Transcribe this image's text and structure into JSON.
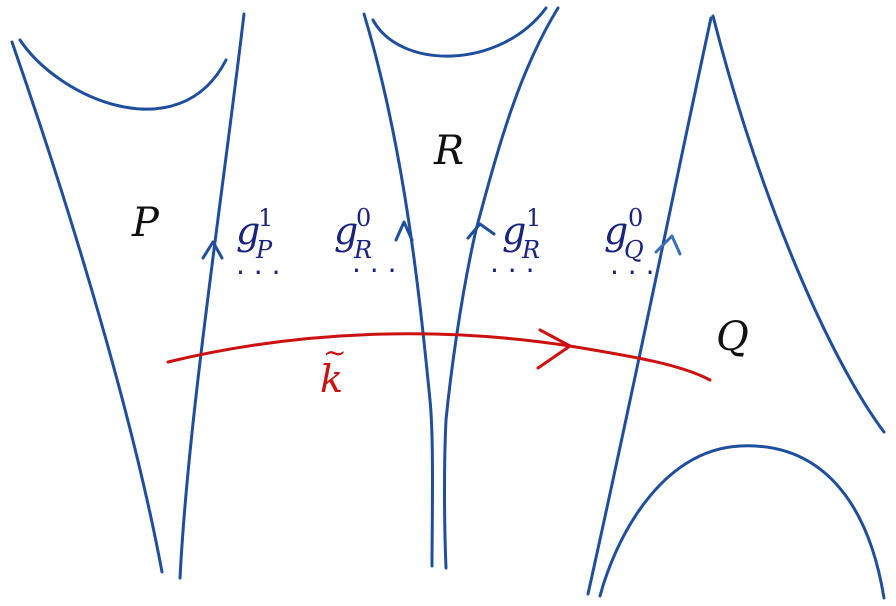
{
  "regions": {
    "P": "P",
    "R": "R",
    "Q": "Q"
  },
  "generators": [
    {
      "base": "g",
      "sup": "1",
      "sub": "P",
      "dots": "· · ·"
    },
    {
      "base": "g",
      "sup": "0",
      "sub": "R",
      "dots": "· · ·"
    },
    {
      "base": "g",
      "sup": "1",
      "sub": "R",
      "dots": "· · ·"
    },
    {
      "base": "g",
      "sup": "0",
      "sub": "Q",
      "dots": "· · ·"
    }
  ],
  "path": {
    "letter": "k",
    "tilde": "~"
  },
  "colors": {
    "curves": "#1f4f9c",
    "generators": "#1a237e",
    "path": "#cc1111",
    "labels": "#111111"
  }
}
